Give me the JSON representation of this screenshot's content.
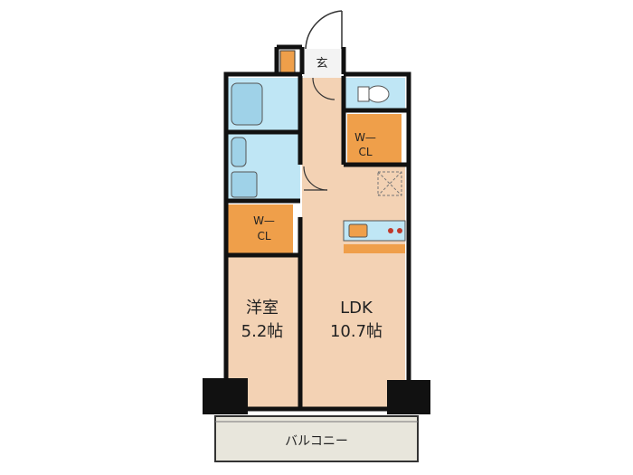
{
  "rooms": {
    "genkan": "玄",
    "wcl_upper": [
      "W—",
      "CL"
    ],
    "wcl_lower": [
      "W—",
      "CL"
    ],
    "western_room": [
      "洋室",
      "5.2帖"
    ],
    "ldk": [
      "LDK",
      "10.7帖"
    ],
    "balcony": "バルコニー"
  },
  "colors": {
    "wall": "#111111",
    "floor": "#f3d2b4",
    "closet": "#ef9f4a",
    "wet": "#bfe6f5",
    "fixture": "#9fd2e8",
    "balcony": "#e8e6dc",
    "counter": "#ef9f4a"
  },
  "icons": [
    "door-swing-icon",
    "toilet-icon",
    "bathtub-icon",
    "washbasin-icon",
    "kitchen-sink-icon",
    "stove-icon",
    "ventilation-icon",
    "shoe-box-icon"
  ]
}
